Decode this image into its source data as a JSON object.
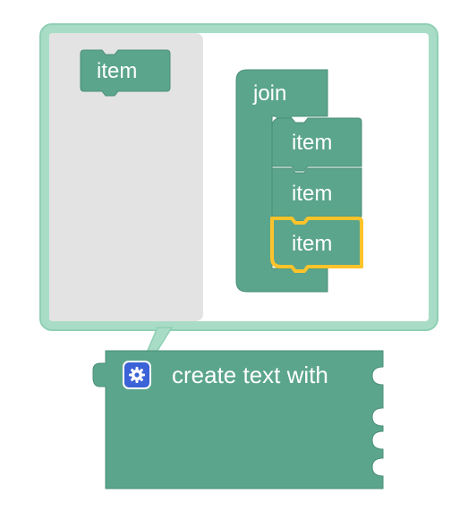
{
  "mutator": {
    "flyout_item_label": "item",
    "container_label": "join",
    "container_items": [
      "item",
      "item",
      "item"
    ]
  },
  "main_block": {
    "label": "create text with",
    "icon": "gear-icon"
  },
  "colors": {
    "block_fill": "#5ba58c",
    "block_stroke": "#4a8f77",
    "bubble_border": "#a8dcc6",
    "flyout_bg": "#e3e3e3",
    "selection_highlight": "#fcc32a",
    "gear_icon_bg": "#3b62d6"
  }
}
